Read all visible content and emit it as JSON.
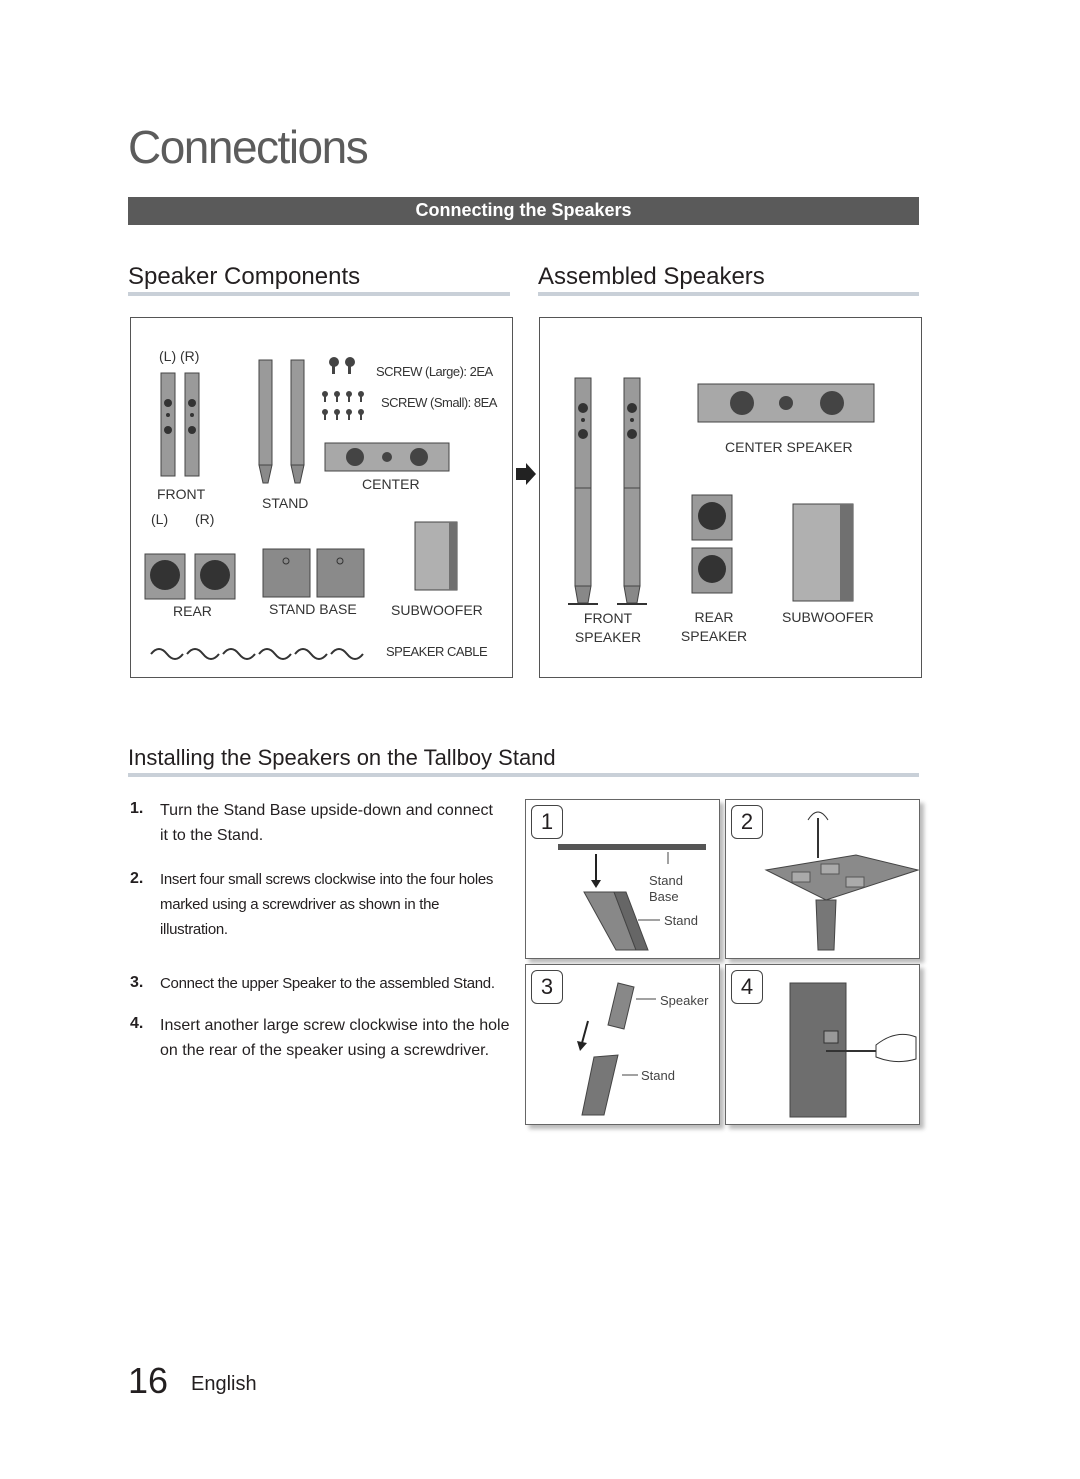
{
  "page": {
    "title": "Connections",
    "section_bar": "Connecting the Speakers",
    "page_number": "16",
    "language": "English"
  },
  "components": {
    "heading": "Speaker Components",
    "lr_top": "(L)  (R)",
    "front": "FRONT",
    "lr_bottom_l": "(L)",
    "lr_bottom_r": "(R)",
    "stand": "STAND",
    "screw_large": "SCREW (Large): 2EA",
    "screw_small": "SCREW (Small): 8EA",
    "center": "CENTER",
    "rear": "REAR",
    "stand_base": "STAND BASE",
    "subwoofer": "SUBWOOFER",
    "speaker_cable": "SPEAKER CABLE"
  },
  "assembled": {
    "heading": "Assembled Speakers",
    "center_speaker": "CENTER SPEAKER",
    "front_l1": "FRONT",
    "front_l2": "SPEAKER",
    "rear_l1": "REAR",
    "rear_l2": "SPEAKER",
    "subwoofer": "SUBWOOFER"
  },
  "install": {
    "heading": "Installing the Speakers on the Tallboy Stand",
    "steps": [
      {
        "num": "1.",
        "line1": "Turn the Stand Base upside-down and connect",
        "line2": "it to the Stand."
      },
      {
        "num": "2.",
        "line1": "Insert four small screws clockwise into the four holes",
        "line2": "marked using a screwdriver as shown in the",
        "line3": "illustration."
      },
      {
        "num": "3.",
        "line1": "Connect the upper Speaker to the assembled Stand."
      },
      {
        "num": "4.",
        "line1": "Insert another large screw clockwise into the hole",
        "line2": "on the rear of the speaker using a screwdriver."
      }
    ],
    "panels": [
      {
        "num": "1",
        "label_a": "Stand",
        "label_b": "Base",
        "label_c": "Stand"
      },
      {
        "num": "2"
      },
      {
        "num": "3",
        "label_a": "Speaker",
        "label_c": "Stand"
      },
      {
        "num": "4"
      }
    ]
  }
}
